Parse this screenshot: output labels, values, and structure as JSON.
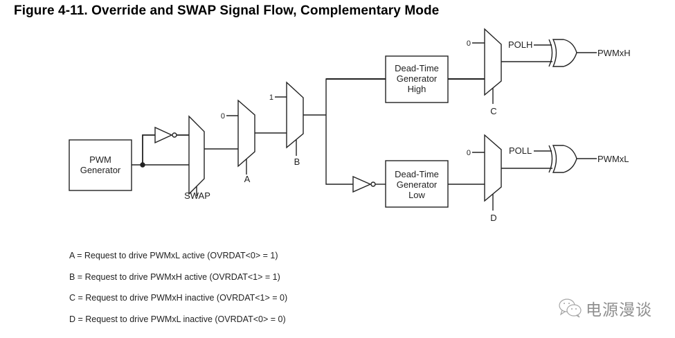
{
  "figure": {
    "title": "Figure 4-11.  Override and SWAP Signal Flow, Complementary Mode"
  },
  "blocks": {
    "pwm_generator": [
      "PWM",
      "Generator"
    ],
    "deadtime_high": [
      "Dead-Time",
      "Generator",
      "High"
    ],
    "deadtime_low": [
      "Dead-Time",
      "Generator",
      "Low"
    ]
  },
  "signals": {
    "swap": "SWAP",
    "mux_a_const": "0",
    "mux_a_select": "A",
    "mux_b_const": "1",
    "mux_b_select": "B",
    "mux_c_const": "0",
    "mux_c_select": "C",
    "mux_d_const": "0",
    "mux_d_select": "D",
    "polh": "POLH",
    "poll": "POLL",
    "out_high": "PWMxH",
    "out_low": "PWMxL"
  },
  "legend": [
    "A = Request to drive PWMxL active (OVRDAT<0> = 1)",
    "B = Request to drive PWMxH active (OVRDAT<1> = 1)",
    "C = Request to drive PWMxH inactive (OVRDAT<1> = 0)",
    "D = Request to drive PWMxL inactive (OVRDAT<0> = 0)"
  ],
  "watermark": {
    "icon": "wechat-icon",
    "text": "电源漫谈"
  }
}
